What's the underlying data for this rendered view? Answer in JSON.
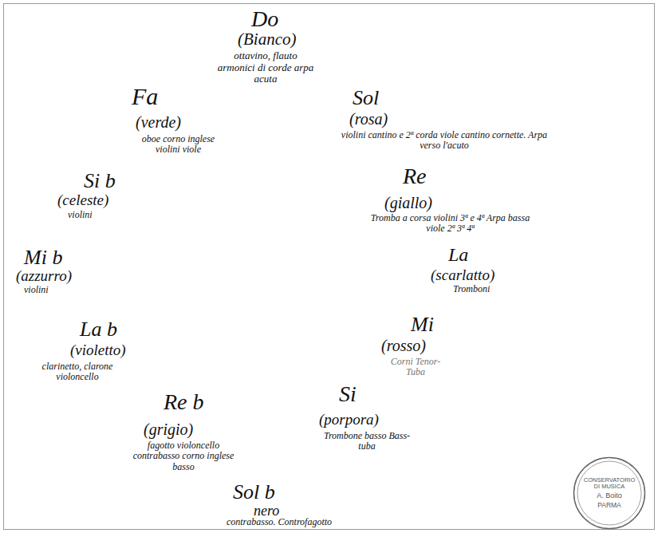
{
  "diagram": {
    "nodes": [
      {
        "text": [
          "CONSERVATORIO DI MUSICA",
          "A. Boito",
          "PARMA"
        ]
      }
    ],
    "labels": [
      "Do",
      "(Bianco)",
      "ottavino, flauto armonici di corde arpa acuta",
      "Sol",
      "(rosa)",
      "violini cantino e 2ª corda viole cantino cornette. Arpa verso l'acuto",
      "Re",
      "(giallo)",
      "Tromba a corsa violini 3ª e 4ª Arpa bassa viole 2ª 3ª 4ª",
      "La",
      "(scarlatto)",
      "Tromboni",
      "Mi",
      "(rosso)",
      "Corni Tenor-Tuba",
      "Si",
      "(porpora)",
      "Trombone basso Bass-tuba",
      "Sol b",
      "nero",
      "contrabasso. Controfagotto",
      "Re b",
      "(grigio)",
      "fagotto violoncello contrabasso corno inglese basso",
      "La b",
      "(violetto)",
      "clarinetto, clarone violoncello",
      "Mi b",
      "(azzurro)",
      "violini",
      "Si b",
      "(celeste)",
      "violini",
      "Fa",
      "(verde)",
      "oboe corno inglese violini viole"
    ]
  }
}
